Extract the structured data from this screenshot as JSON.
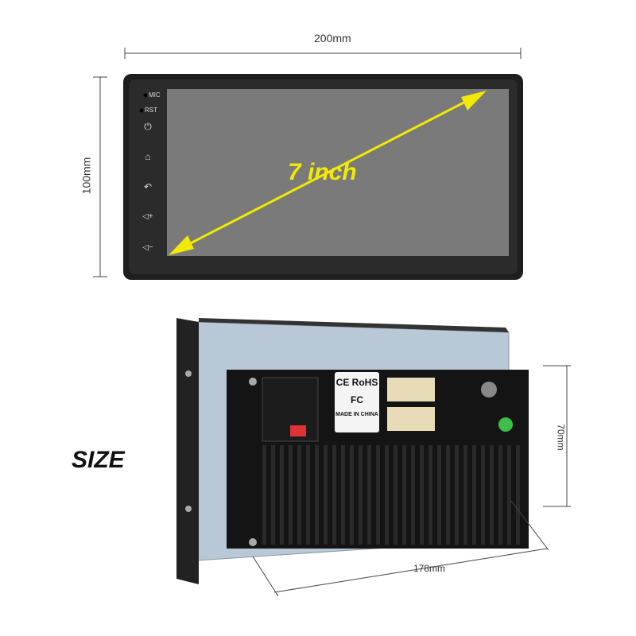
{
  "dimensions": {
    "width": "200mm",
    "height": "100mm",
    "depth": "70mm",
    "back_width": "178mm"
  },
  "front_panel": {
    "mic_label": "MIC",
    "rst_label": "RST",
    "buttons": [
      {
        "icon": "power-icon",
        "glyph": "⏻"
      },
      {
        "icon": "home-icon",
        "glyph": "⌂"
      },
      {
        "icon": "back-icon",
        "glyph": "↶"
      },
      {
        "icon": "volume-up-icon",
        "glyph": "◁+"
      },
      {
        "icon": "volume-down-icon",
        "glyph": "◁−"
      }
    ],
    "screen_label": "7 inch"
  },
  "label_sticker": {
    "ce": "CE",
    "rohs": "RoHS",
    "fc": "FC",
    "made_in": "MADE IN CHINA"
  },
  "size_title": "SIZE",
  "colors": {
    "accent": "#f2ea00",
    "screen": "#7a7a7a",
    "bezel": "#1e1e1e",
    "plate": "#b9c8d6"
  }
}
